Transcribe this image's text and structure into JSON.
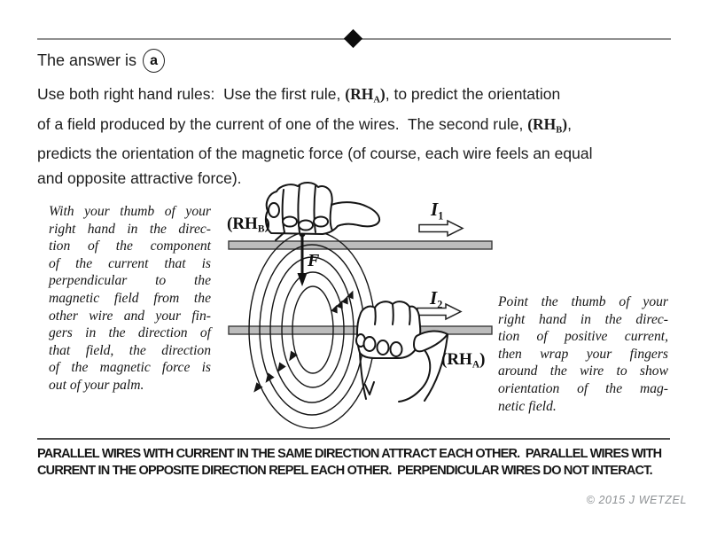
{
  "header": {
    "answer_prefix": "The answer is",
    "answer_letter": "a"
  },
  "explanation": {
    "lines": [
      [
        {
          "t": "Use both right hand rules:  Use the first rule, "
        },
        {
          "t": "(RH",
          "b": 1
        },
        {
          "t": "A",
          "s": 1
        },
        {
          "t": ")",
          "b": 1
        },
        {
          "t": ", to predict the orientation"
        }
      ],
      [
        {
          "t": "of a field produced by the current of one of the wires.  The second rule, "
        },
        {
          "t": "(RH",
          "b": 1
        },
        {
          "t": "B",
          "s": 1
        },
        {
          "t": ")",
          "b": 1
        },
        {
          "t": ","
        }
      ],
      [
        {
          "t": "predicts the orientation of the magnetic force (of course, each wire feels an equal"
        }
      ],
      [
        {
          "t": "and opposite attractive force)."
        }
      ]
    ]
  },
  "left_note": {
    "lines": [
      "With your thumb of your",
      "right hand in the direc-",
      "tion of the component",
      "of the current that is",
      "perpendicular to the",
      "magnetic field from the",
      "other wire and your fin-",
      "gers in the direction of",
      "that field, the direction",
      "of the magnetic force is",
      "out of your palm."
    ]
  },
  "right_note": {
    "lines": [
      "Point the thumb of your",
      "right hand in the direc-",
      "tion of positive current,",
      "then wrap your fingers",
      "around the wire to show",
      "orientation of the mag-",
      "netic field."
    ]
  },
  "diagram": {
    "labels": {
      "rh_b": [
        {
          "t": "(RH",
          "b": 1
        },
        {
          "t": "B",
          "s": 1
        },
        {
          "t": ")",
          "b": 1
        }
      ],
      "rh_a": [
        {
          "t": "(RH",
          "b": 1
        },
        {
          "t": "A",
          "s": 1
        },
        {
          "t": ")",
          "b": 1
        }
      ],
      "i1": [
        {
          "t": "I",
          "i": 1
        },
        {
          "t": "1",
          "is": 1
        }
      ],
      "i2": [
        {
          "t": "I",
          "i": 1
        },
        {
          "t": "2",
          "is": 1
        }
      ],
      "force": "F"
    },
    "colors": {
      "wire_fill": "#bcbcbc",
      "wire_stroke": "#3a3a3a",
      "field_line": "#161616",
      "hand_fill": "#ffffff"
    }
  },
  "footer": {
    "caps_lines": [
      "PARALLEL WIRES WITH CURRENT IN THE SAME DIRECTION ATTRACT EACH OTHER.  PARALLEL WIRES WITH",
      "CURRENT IN THE OPPOSITE DIRECTION REPEL EACH OTHER.  PERPENDICULAR WIRES DO NOT INTERACT."
    ],
    "copyright": "© 2015 J WETZEL"
  }
}
